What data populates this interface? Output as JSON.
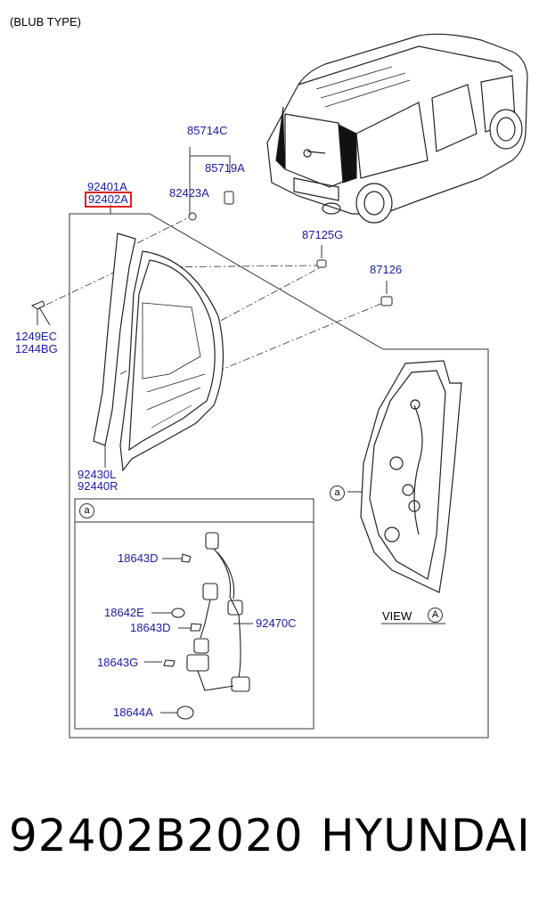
{
  "header_note": "(BLUB TYPE)",
  "parts": {
    "p_85714C": "85714C",
    "p_85719A": "85719A",
    "p_82423A": "82423A",
    "p_92401A": "92401A",
    "p_92402A": "92402A",
    "p_87125G": "87125G",
    "p_87126": "87126",
    "p_1249EC": "1249EC",
    "p_1244BG": "1244BG",
    "p_92430L": "92430L",
    "p_92440R": "92440R",
    "p_18643D_a": "18643D",
    "p_18642E": "18642E",
    "p_18643D_b": "18643D",
    "p_92470C": "92470C",
    "p_18643G": "18643G",
    "p_18644A": "18644A"
  },
  "detail_marker": "a",
  "view_label": "VIEW",
  "footer": {
    "part_number": "92402B2020",
    "brand": "HYUNDAI"
  },
  "colors": {
    "label_blue": "#1a1aa6",
    "highlight_red": "#e02020",
    "line": "#333333"
  }
}
